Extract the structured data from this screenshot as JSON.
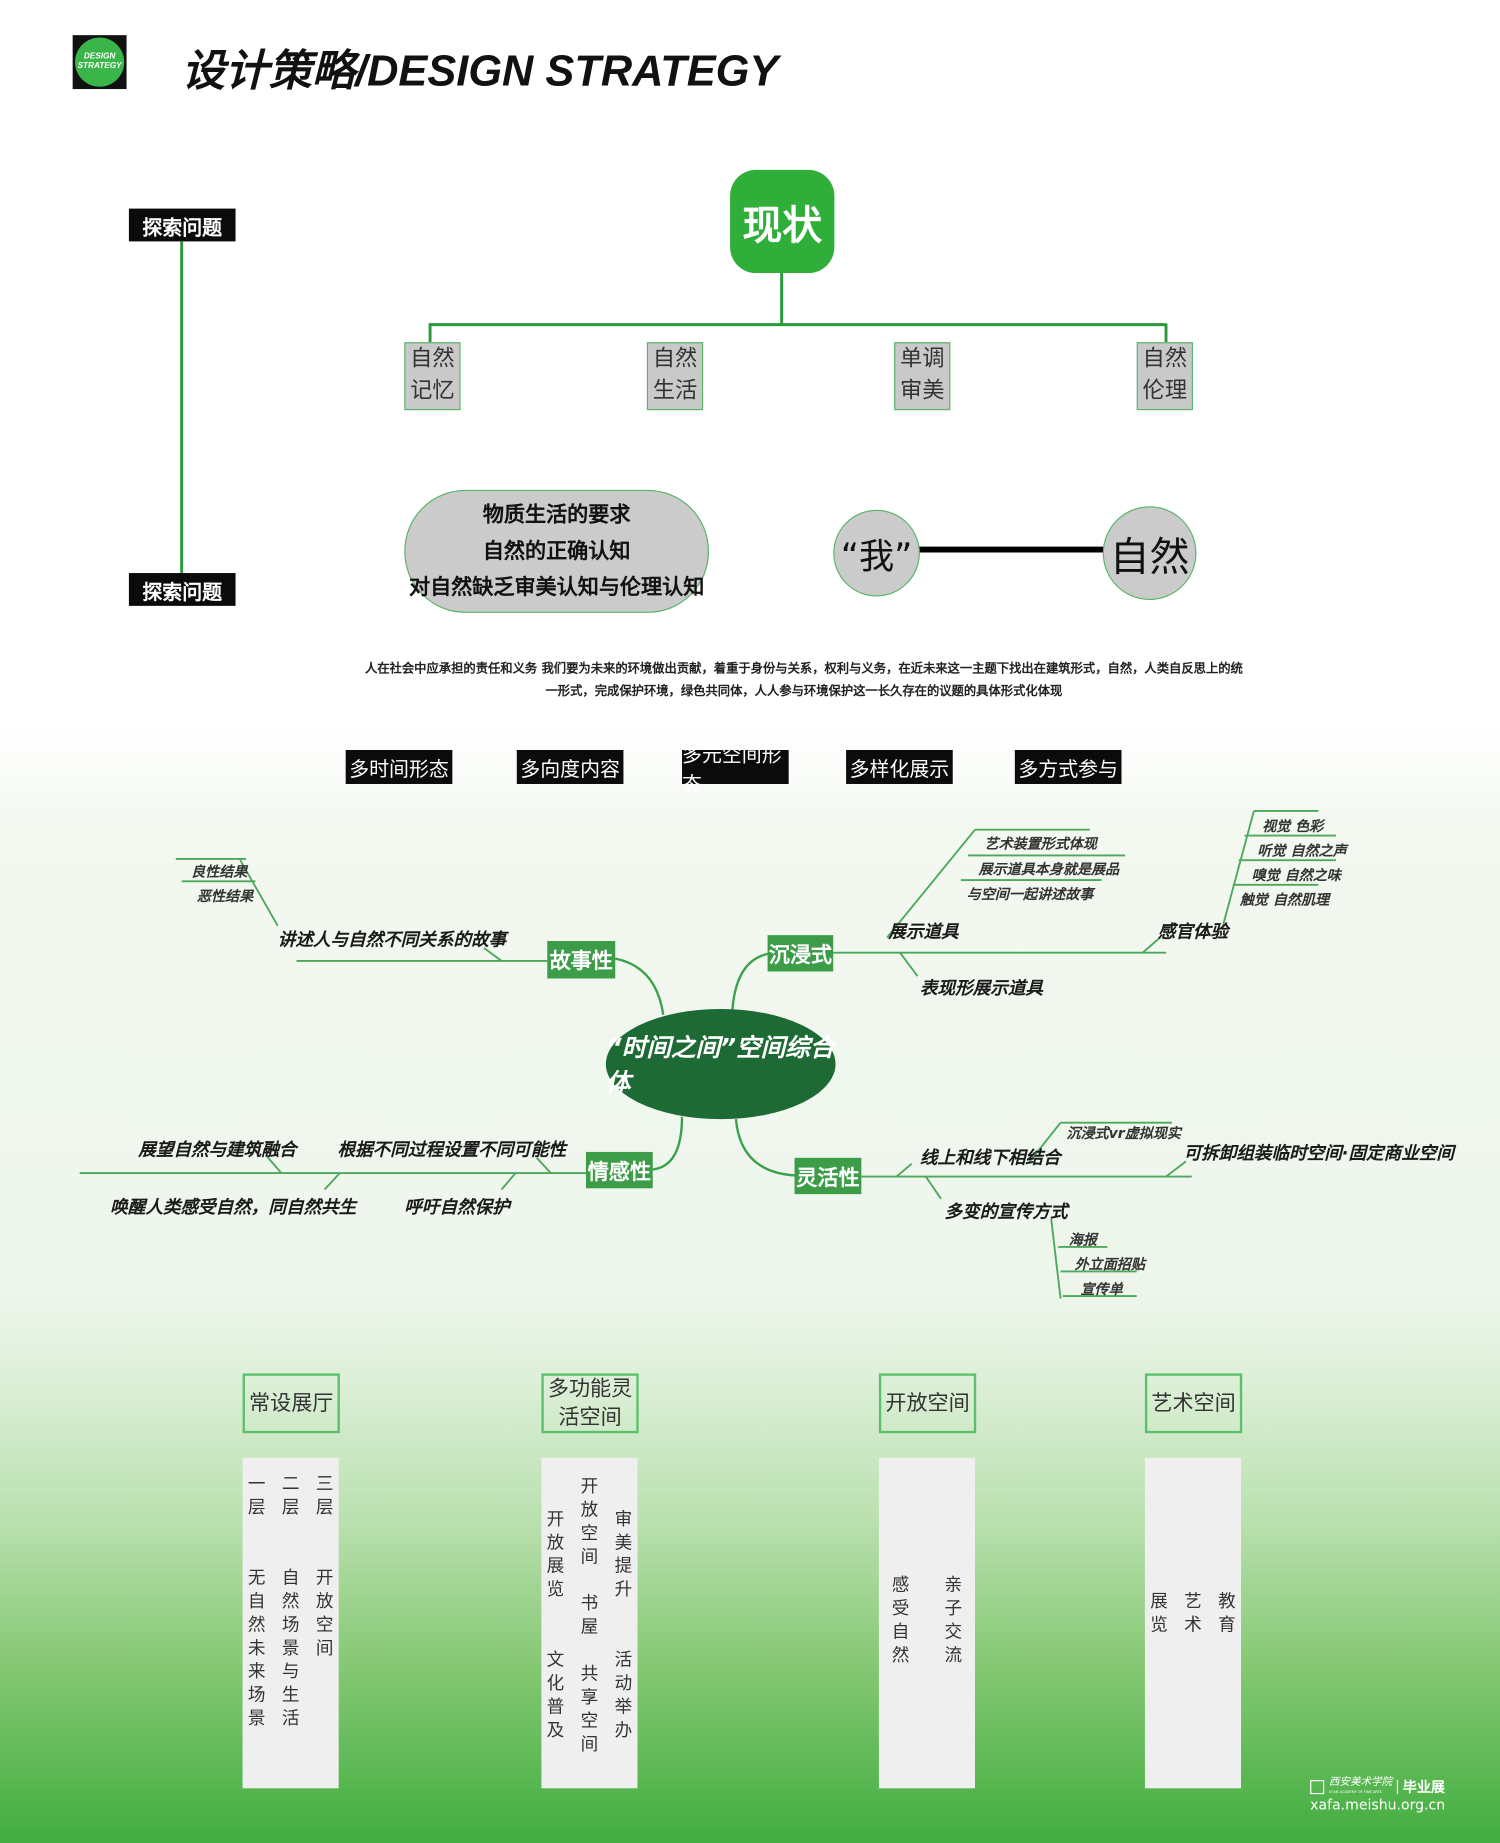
{
  "header": {
    "logo_text": "DESIGN STRATEGY",
    "title": "设计策略/DESIGN STRATEGY"
  },
  "explore": {
    "top_label": "探索问题",
    "bottom_label": "探索问题"
  },
  "status": {
    "label": "现状",
    "items": [
      "自然\n记忆",
      "自然\n生活",
      "单调\n审美",
      "自然\n伦理"
    ]
  },
  "problems": {
    "lines": [
      "物质生活的要求",
      "自然的正确认知",
      "对自然缺乏审美认知与伦理认知"
    ]
  },
  "relation": {
    "self": "“我”",
    "nature": "自然"
  },
  "paragraph": [
    "人在社会中应承担的责任和义务 我们要为未来的环境做出贡献，着重于身份与关系，权利与义务，在近未来这一主题下找出在建筑形式，自然，人类自反思上的统",
    "一形式，完成保护环境，绿色共同体，人人参与环境保护这一长久存在的议题的具体形式化体现"
  ],
  "tags": [
    "多时间形态",
    "多向度内容",
    "多元空间形态",
    "多样化展示",
    "多方式参与"
  ],
  "mindmap": {
    "center": "“时间之间”空间综合体",
    "story": {
      "label": "故事性",
      "branch": "讲述人与自然不同关系的故事",
      "subs": [
        "良性结果",
        "恶性结果"
      ]
    },
    "immersive": {
      "label": "沉浸式",
      "props": "展示道具",
      "props_subs": [
        "艺术装置形式体现",
        "展示道具本身就是展品",
        "与空间一起讲述故事"
      ],
      "expressive": "表现形展示道具",
      "senses": "感官体验",
      "senses_subs": [
        "视觉 色彩",
        "听觉 自然之声",
        "嗅觉 自然之味",
        "触觉 自然肌理"
      ]
    },
    "emotion": {
      "label": "情感性",
      "items": [
        "展望自然与建筑融合",
        "唤醒人类感受自然，同自然共生",
        "根据不同过程设置不同可能性",
        "呼吁自然保护"
      ]
    },
    "flexible": {
      "label": "灵活性",
      "online": "线上和线下相结合",
      "online_sub": "沉浸式vr虚拟现实",
      "space": "可拆卸组装临时空间·固定商业空间",
      "promo": "多变的宣传方式",
      "promo_subs": [
        "海报",
        "外立面招贴",
        "宣传单"
      ]
    }
  },
  "spaces": [
    {
      "title": "常设展厅",
      "columns": [
        "一层　　无自然未来场景",
        "二层　　自然场景与生活",
        "三层　　开放空间"
      ]
    },
    {
      "title": "多功能灵活空间",
      "columns": [
        "开放展览　　文化普及",
        "开放空间　书屋　共享空间",
        "审美提升　　活动举办"
      ]
    },
    {
      "title": "开放空间",
      "columns": [
        "感受自然",
        "亲子交流"
      ]
    },
    {
      "title": "艺术空间",
      "columns": [
        "展览",
        "艺术",
        "教育"
      ]
    }
  ],
  "footer": {
    "school": "西安美术学院",
    "school_en": "XI'AN ACADEMY OF FINE ARTS",
    "event": "毕业展",
    "url": "xafa.meishu.org.cn"
  }
}
